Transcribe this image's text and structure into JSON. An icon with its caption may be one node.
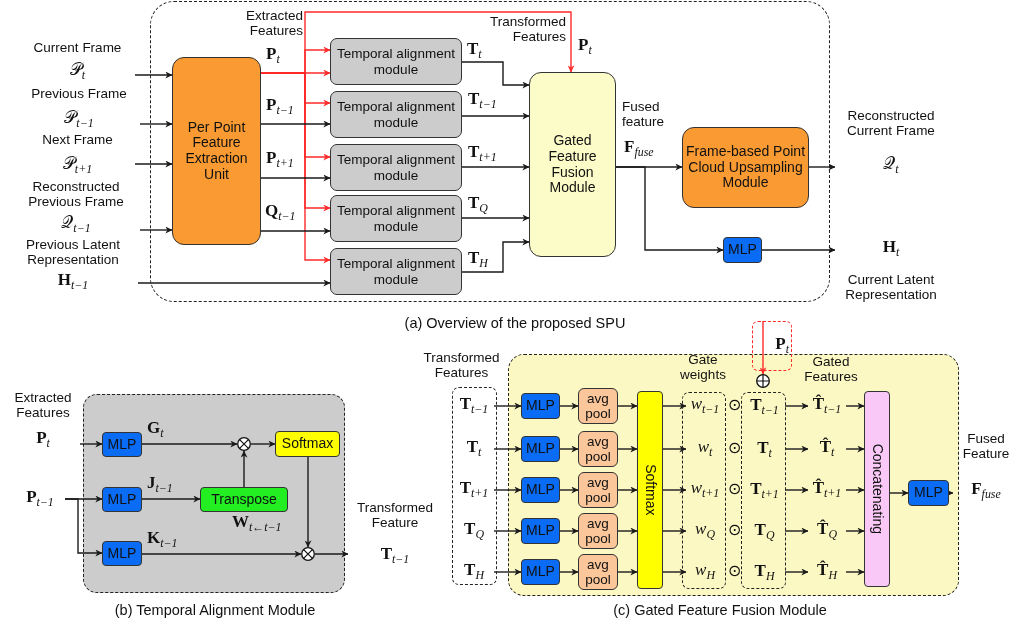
{
  "diagram": {
    "nodes": [
      {
        "text": [
          "Current Frame",
          "𝒫$_{t}$"
        ]
      },
      {
        "text": [
          "Previous Frame",
          "𝒫$_{t−1}$"
        ]
      },
      {
        "text": [
          "Next Frame",
          "𝒫$_{t+1}$"
        ]
      },
      {
        "text": [
          "Reconstructed Previous Frame",
          "𝒬$_{t−1}$"
        ]
      },
      {
        "text": [
          "Previous Latent Representation",
          "**H**$_{t−1}$"
        ]
      },
      {
        "text": [
          "Per Point Feature Extraction Unit"
        ]
      },
      {
        "text": [
          "Temporal alignment module"
        ]
      },
      {
        "text": [
          "Temporal alignment module"
        ]
      },
      {
        "text": [
          "Temporal alignment module"
        ]
      },
      {
        "text": [
          "Temporal alignment module"
        ]
      },
      {
        "text": [
          "Temporal alignment module"
        ]
      },
      {
        "text": [
          "Gated Feature Fusion Module"
        ]
      },
      {
        "text": [
          "Frame-based Point Cloud Upsampling Module"
        ]
      },
      {
        "text": [
          "MLP"
        ]
      },
      {
        "text": [
          "Reconstructed Current Frame",
          "𝒬$_{t}$"
        ]
      },
      {
        "text": [
          "**H**$_{t}$",
          "Current Latent Representation"
        ]
      },
      {
        "text": [
          "Extracted Features",
          "**P**$_{t}$"
        ]
      },
      {
        "text": [
          "**P**$_{t−1}$"
        ]
      },
      {
        "text": [
          "MLP"
        ]
      },
      {
        "text": [
          "MLP"
        ]
      },
      {
        "text": [
          "MLP"
        ]
      },
      {
        "text": [],
        "shape": "circle"
      },
      {
        "text": [
          "Softmax"
        ]
      },
      {
        "text": [
          "Transpose"
        ]
      },
      {
        "text": [],
        "shape": "circle"
      },
      {
        "text": [
          "Transformed Feature",
          "**T**$_{t−1}$"
        ]
      },
      {
        "text": [
          "Transformed Features"
        ]
      },
      {
        "text": [
          "**T**$_{t−1}$"
        ],
        "in": 26
      },
      {
        "text": [
          "**T**$_{t}$"
        ],
        "in": 26
      },
      {
        "text": [
          "**T**$_{t+1}$"
        ],
        "in": 26
      },
      {
        "text": [
          "**T**$_{Q}$"
        ],
        "in": 26
      },
      {
        "text": [
          "**T**$_{H}$"
        ],
        "in": 26
      },
      {
        "text": [
          "MLP"
        ]
      },
      {
        "text": [
          "MLP"
        ]
      },
      {
        "text": [
          "MLP"
        ]
      },
      {
        "text": [
          "MLP"
        ]
      },
      {
        "text": [
          "MLP"
        ]
      },
      {
        "text": [
          "avg pool"
        ]
      },
      {
        "text": [
          "avg pool"
        ]
      },
      {
        "text": [
          "avg pool"
        ]
      },
      {
        "text": [
          "avg pool"
        ]
      },
      {
        "text": [
          "avg pool"
        ]
      },
      {
        "text": [
          "Softmax"
        ]
      },
      {
        "text": [
          "Gate weights"
        ]
      },
      {
        "text": [
          "w$_{t−1}$"
        ],
        "in": 43
      },
      {
        "text": [
          "w$_{t}$"
        ],
        "in": 43
      },
      {
        "text": [
          "w$_{t+1}$"
        ],
        "in": 43
      },
      {
        "text": [
          "w$_{Q}$"
        ],
        "in": 43
      },
      {
        "text": [
          "w$_{H}$"
        ],
        "in": 43
      },
      {
        "text": [],
        "shape": "box"
      },
      {
        "text": [
          "**T**$_{t−1}$"
        ],
        "in": 49
      },
      {
        "text": [
          "**T**$_{t}$"
        ],
        "in": 49
      },
      {
        "text": [
          "**T**$_{t+1}$"
        ],
        "in": 49
      },
      {
        "text": [
          "**T**$_{Q}$"
        ],
        "in": 49
      },
      {
        "text": [
          "**T**$_{H}$"
        ],
        "in": 49
      },
      {
        "text": [
          "**P**$_{t}$"
        ]
      },
      {
        "text": [],
        "shape": "circle"
      },
      {
        "text": [
          "**T̂**$_{t−1}$"
        ]
      },
      {
        "text": [
          "**T̂**$_{t}$"
        ]
      },
      {
        "text": [
          "**T̂**$_{t+1}$"
        ]
      },
      {
        "text": [
          "**T̂**$_{Q}$"
        ]
      },
      {
        "text": [
          "**T̂**$_{H}$"
        ]
      },
      {
        "text": [
          "Concatenating"
        ]
      },
      {
        "text": [
          "MLP"
        ]
      },
      {
        "text": [
          "Fused Feature",
          "**F**$_{fuse}$"
        ]
      }
    ],
    "edges": [
      {
        "from": 0,
        "to": 5,
        "arrow": "to"
      },
      {
        "from": 1,
        "to": 5,
        "arrow": "to"
      },
      {
        "from": 2,
        "to": 5,
        "arrow": "to"
      },
      {
        "from": 3,
        "to": 5,
        "arrow": "to"
      },
      {
        "from": 4,
        "to": 10,
        "arrow": "to"
      },
      {
        "from": 5,
        "to": 6,
        "arrow": "to",
        "label": "**P**$_{t}$",
        "color": "#ff2a2a"
      },
      {
        "from": 5,
        "to": 6,
        "arrow": "to",
        "color": "#ff2a2a"
      },
      {
        "from": 5,
        "to": 7,
        "arrow": "to",
        "color": "#ff2a2a"
      },
      {
        "from": 5,
        "to": 8,
        "arrow": "to",
        "color": "#ff2a2a"
      },
      {
        "from": 5,
        "to": 9,
        "arrow": "to",
        "color": "#ff2a2a"
      },
      {
        "from": 5,
        "to": 10,
        "arrow": "to",
        "color": "#ff2a2a"
      },
      {
        "from": 5,
        "to": 11,
        "arrow": "to",
        "label": "**P**$_{t}$",
        "color": "#ff2a2a"
      },
      {
        "from": 5,
        "to": 7,
        "arrow": "to",
        "label": "**P**$_{t−1}$"
      },
      {
        "from": 5,
        "to": 8,
        "arrow": "to",
        "label": "**P**$_{t+1}$"
      },
      {
        "from": 5,
        "to": 9,
        "arrow": "to",
        "label": "**Q**$_{t−1}$"
      },
      {
        "from": 6,
        "to": 11,
        "arrow": "to",
        "label": "**T**$_{t}$"
      },
      {
        "from": 7,
        "to": 11,
        "arrow": "to",
        "label": "**T**$_{t−1}$"
      },
      {
        "from": 8,
        "to": 11,
        "arrow": "to",
        "label": "**T**$_{t+1}$"
      },
      {
        "from": 9,
        "to": 11,
        "arrow": "to",
        "label": "**T**$_{Q}$"
      },
      {
        "from": 10,
        "to": 11,
        "arrow": "to",
        "label": "**T**$_{H}$"
      },
      {
        "from": 11,
        "to": 12,
        "arrow": "to",
        "label": "**F**$_{fuse}$"
      },
      {
        "from": 11,
        "to": 13,
        "arrow": "to"
      },
      {
        "from": 12,
        "to": 14,
        "arrow": "to"
      },
      {
        "from": 13,
        "to": 15,
        "arrow": "to"
      },
      {
        "from": 16,
        "to": 18,
        "arrow": "to"
      },
      {
        "from": 17,
        "to": 19,
        "arrow": "to"
      },
      {
        "from": 17,
        "to": 20,
        "arrow": "to"
      },
      {
        "from": 18,
        "to": 21,
        "arrow": "to",
        "label": "**G**$_{t}$"
      },
      {
        "from": 19,
        "to": 23,
        "arrow": "to",
        "label": "**J**$_{t−1}$"
      },
      {
        "from": 23,
        "to": 21,
        "arrow": "to"
      },
      {
        "from": 21,
        "to": 22,
        "arrow": "to"
      },
      {
        "from": 22,
        "to": 24,
        "arrow": "to",
        "label": "**W**$_{t←t−1}$"
      },
      {
        "from": 20,
        "to": 24,
        "arrow": "to",
        "label": "**K**$_{t−1}$"
      },
      {
        "from": 24,
        "to": 25,
        "arrow": "to"
      },
      {
        "from": 27,
        "to": 32,
        "arrow": "to"
      },
      {
        "from": 28,
        "to": 33,
        "arrow": "to"
      },
      {
        "from": 29,
        "to": 34,
        "arrow": "to"
      },
      {
        "from": 30,
        "to": 35,
        "arrow": "to"
      },
      {
        "from": 31,
        "to": 36,
        "arrow": "to"
      },
      {
        "from": 32,
        "to": 37,
        "arrow": "to"
      },
      {
        "from": 33,
        "to": 38,
        "arrow": "to"
      },
      {
        "from": 34,
        "to": 39,
        "arrow": "to"
      },
      {
        "from": 35,
        "to": 40,
        "arrow": "to"
      },
      {
        "from": 36,
        "to": 41,
        "arrow": "to"
      },
      {
        "from": 37,
        "to": 42,
        "arrow": "to"
      },
      {
        "from": 38,
        "to": 42,
        "arrow": "to"
      },
      {
        "from": 39,
        "to": 42,
        "arrow": "to"
      },
      {
        "from": 40,
        "to": 42,
        "arrow": "to"
      },
      {
        "from": 41,
        "to": 42,
        "arrow": "to"
      },
      {
        "from": 42,
        "to": 44,
        "arrow": "to"
      },
      {
        "from": 42,
        "to": 45,
        "arrow": "to"
      },
      {
        "from": 42,
        "to": 46,
        "arrow": "to"
      },
      {
        "from": 42,
        "to": 47,
        "arrow": "to"
      },
      {
        "from": 42,
        "to": 48,
        "arrow": "to"
      },
      {
        "from": 50,
        "to": 57,
        "arrow": "to"
      },
      {
        "from": 51,
        "to": 58,
        "arrow": "to"
      },
      {
        "from": 52,
        "to": 59,
        "arrow": "to"
      },
      {
        "from": 53,
        "to": 60,
        "arrow": "to"
      },
      {
        "from": 54,
        "to": 61,
        "arrow": "to"
      },
      {
        "from": 57,
        "to": 62,
        "arrow": "to"
      },
      {
        "from": 58,
        "to": 62,
        "arrow": "to"
      },
      {
        "from": 59,
        "to": 62,
        "arrow": "to"
      },
      {
        "from": 60,
        "to": 62,
        "arrow": "to"
      },
      {
        "from": 61,
        "to": 62,
        "arrow": "to"
      },
      {
        "from": 62,
        "to": 63,
        "arrow": "to"
      },
      {
        "from": 63,
        "to": 64,
        "arrow": "to"
      },
      {
        "from": 55,
        "to": 56,
        "arrow": "to",
        "color": "#ff2a2a"
      }
    ],
    "labels": [
      "Extracted Features",
      "Transformed Features",
      "Fused feature",
      "(a) Overview of the proposed SPU",
      "(b) Temporal Alignment Module",
      "Gated Features",
      "⊙",
      "⊙",
      "⊙",
      "⊙",
      "⊙",
      "(c) Gated Feature Fusion Module"
    ]
  }
}
